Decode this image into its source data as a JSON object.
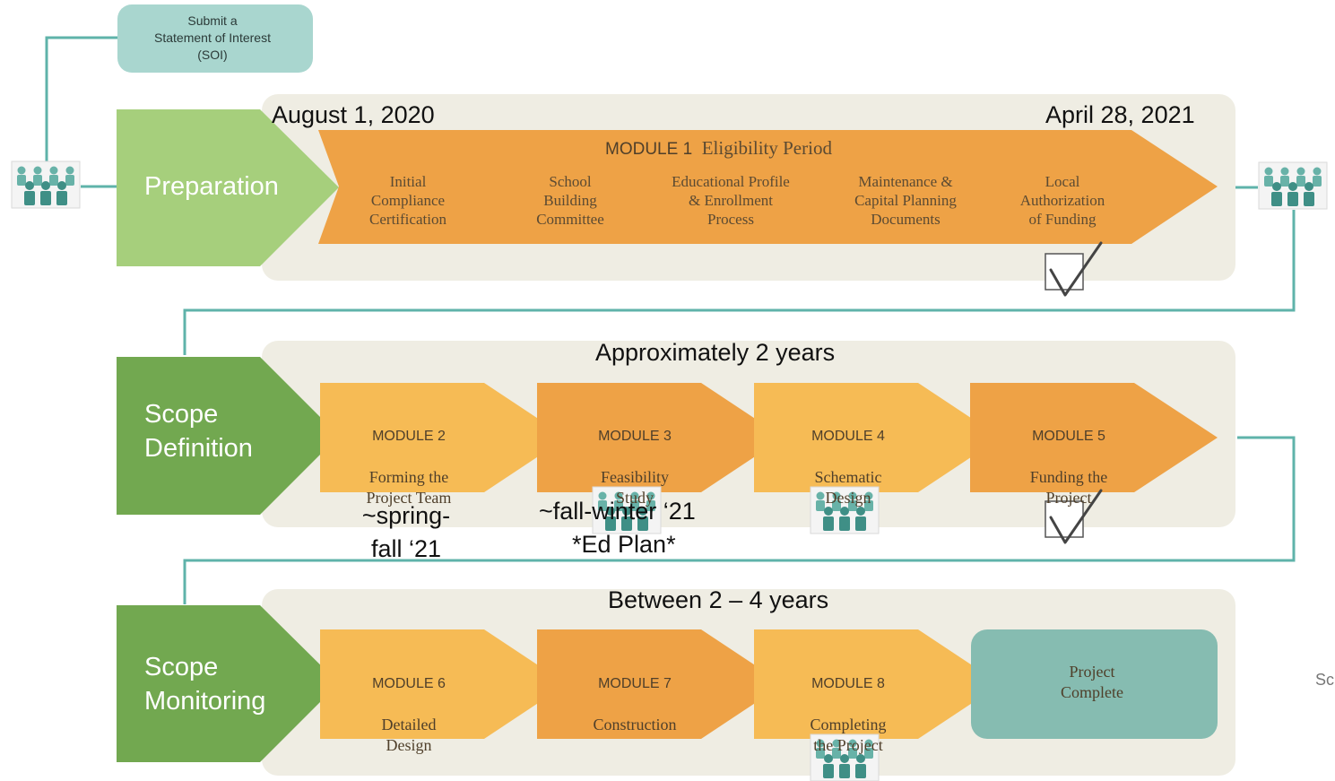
{
  "soi": {
    "label": "Submit a\nStatement of Interest\n(SOI)"
  },
  "phases": {
    "preparation": "Preparation",
    "scope_definition": "Scope\nDefinition",
    "scope_monitoring": "Scope\nMonitoring"
  },
  "row1": {
    "start_date": "August 1, 2020",
    "end_date": "April 28, 2021",
    "module_title_num": "MODULE 1",
    "module_title_name": "Eligibility Period",
    "steps": [
      "Initial\nCompliance\nCertification",
      "School\nBuilding\nCommittee",
      "Educational Profile\n& Enrollment\nProcess",
      "Maintenance &\nCapital Planning\nDocuments",
      "Local\nAuthorization\nof Funding"
    ]
  },
  "row2": {
    "duration": "Approximately 2 years",
    "modules": [
      {
        "num": "MODULE 2",
        "name": "Forming the\nProject Team"
      },
      {
        "num": "MODULE 3",
        "name": "Feasibility\nStudy"
      },
      {
        "num": "MODULE 4",
        "name": "Schematic\nDesign"
      },
      {
        "num": "MODULE 5",
        "name": "Funding the\nProject"
      }
    ],
    "note_spring": "~spring-\nfall ‘21",
    "note_fall": "~fall-winter ‘21",
    "note_edplan": "*Ed Plan*"
  },
  "row3": {
    "duration": "Between 2 – 4 years",
    "modules": [
      {
        "num": "MODULE 6",
        "name": "Detailed\nDesign"
      },
      {
        "num": "MODULE 7",
        "name": "Construction"
      },
      {
        "num": "MODULE 8",
        "name": "Completing\nthe Project"
      }
    ],
    "complete": "Project\nComplete"
  },
  "edge_text": "Sc",
  "colors": {
    "teal": "#5fb3aa",
    "soi_fill": "#a9d6cf",
    "light_green": "#a6cf7c",
    "green": "#72a850",
    "orange": "#eea246",
    "light_orange": "#f6bb55",
    "panel": "#efede3",
    "complete_fill": "#86bcb1"
  },
  "icons": [
    "group-icon",
    "checkmark-icon"
  ]
}
